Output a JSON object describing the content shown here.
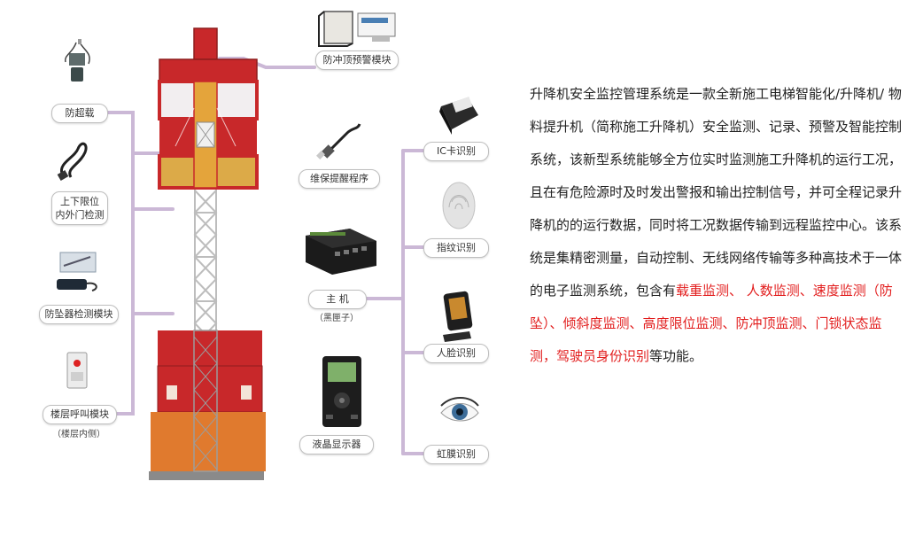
{
  "labels": {
    "anti_overload": "防超载",
    "door_limit_line1": "上下限位",
    "door_limit_line2": "内外门检测",
    "anti_fall": "防坠器检测模块",
    "floor_call": "楼层呼叫模块",
    "floor_call_sub": "（楼层内侧）",
    "anti_roof": "防冲顶预警模块",
    "maintenance": "维保提醒程序",
    "host": "主  机",
    "host_sub": "（黑匣子）",
    "lcd": "液晶显示器",
    "ic_card": "IC卡识别",
    "fingerprint": "指纹识别",
    "face": "人脸识别",
    "iris": "虹膜识别"
  },
  "description": {
    "intro": "升降机安全监控管理系统是一款全新施工电梯智能化/升降机/ 物料提升机（简称施工升降机）安全监测、记录、预警及智能控制系统，该新型系统能够全方位实时监测施工升降机的运行工况，且在有危险源时及时发出警报和输出控制信号，并可全程记录升降机的的运行数据，同时将工况数据传输到远程监控中心。该系统是集精密测量，自动控制、无线网络传输等多种高技术于一体的电子监测系统，包含有",
    "features": "载重监测、  人数监测、速度监测（防坠）、倾斜度监测、高度限位监测、防冲顶监测、门锁状态监测，驾驶员身份识别",
    "outro": "等功能。"
  },
  "colors": {
    "connector": "#cbb8d6",
    "cab_red": "#c8282a",
    "base_orange": "#e07a2e",
    "mast": "#c7c7c7",
    "highlight_text": "#e21d1d"
  },
  "icons": [
    "load-sensor-icon",
    "limit-switch-cable-icon",
    "fall-detector-icon",
    "call-button-box-icon",
    "anti-roof-sensor-icon",
    "usb-plug-icon",
    "host-box-icon",
    "lcd-display-icon",
    "ic-card-reader-icon",
    "fingerprint-reader-icon",
    "face-reader-icon",
    "eye-icon"
  ]
}
